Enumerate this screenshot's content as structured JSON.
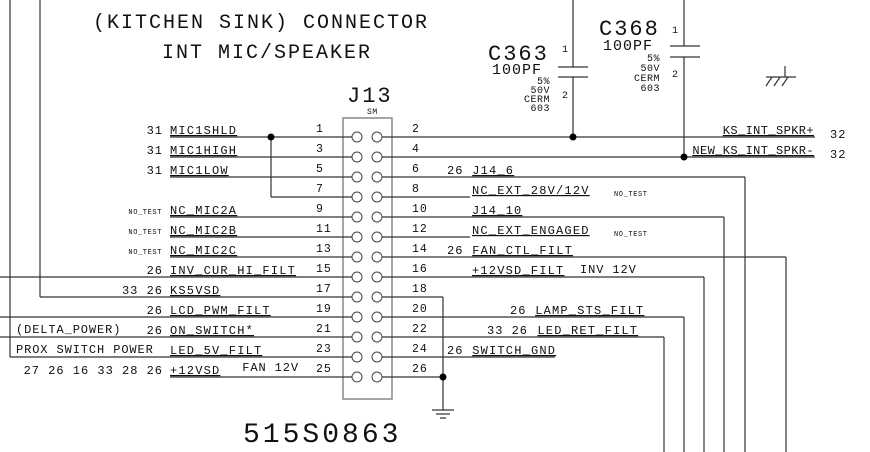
{
  "title": {
    "line1": "(KITCHEN SINK) CONNECTOR",
    "line2": "INT MIC/SPEAKER"
  },
  "connector": {
    "ref": "J13",
    "package": "SM",
    "part_number": "515S0863"
  },
  "capacitors": [
    {
      "ref": "C363",
      "value": "100PF",
      "tolerance": "5%",
      "voltage": "50V",
      "type": "CERM",
      "size": "603",
      "pin1": "1",
      "pin2": "2"
    },
    {
      "ref": "C368",
      "value": "100PF",
      "tolerance": "5%",
      "voltage": "50V",
      "type": "CERM",
      "size": "603",
      "pin1": "1",
      "pin2": "2"
    }
  ],
  "left_pins": [
    {
      "pin": "1",
      "net": "MIC1SHLD",
      "refs": "31"
    },
    {
      "pin": "3",
      "net": "MIC1HIGH",
      "refs": "31"
    },
    {
      "pin": "5",
      "net": "MIC1LOW",
      "refs": "31"
    },
    {
      "pin": "7",
      "net": "",
      "refs": ""
    },
    {
      "pin": "9",
      "net": "NC_MIC2A",
      "refs": "NO_TEST"
    },
    {
      "pin": "11",
      "net": "NC_MIC2B",
      "refs": "NO_TEST"
    },
    {
      "pin": "13",
      "net": "NC_MIC2C",
      "refs": "NO_TEST"
    },
    {
      "pin": "15",
      "net": "INV_CUR_HI_FILT",
      "refs": "26"
    },
    {
      "pin": "17",
      "net": "KS5VSD",
      "refs": "33 26"
    },
    {
      "pin": "19",
      "net": "LCD_PWM_FILT",
      "refs": "26"
    },
    {
      "pin": "21",
      "net": "ON_SWITCH*",
      "refs": "26",
      "note": "(DELTA_POWER)"
    },
    {
      "pin": "23",
      "net": "LED_5V_FILT",
      "refs": "",
      "note": "PROX SWITCH POWER"
    },
    {
      "pin": "25",
      "net": "+12VSD",
      "refs": "27 26 16 33 28 26",
      "note": "FAN 12V"
    }
  ],
  "right_pins": [
    {
      "pin": "2",
      "net": "KS_INT_SPKR+",
      "refs": "32"
    },
    {
      "pin": "4",
      "net": "NEW_KS_INT_SPKR-",
      "refs": "32"
    },
    {
      "pin": "6",
      "net": "J14_6",
      "refs": "26"
    },
    {
      "pin": "8",
      "net": "NC_EXT_28V/12V",
      "refs": "NO_TEST"
    },
    {
      "pin": "10",
      "net": "J14_10",
      "refs": ""
    },
    {
      "pin": "12",
      "net": "NC_EXT_ENGAGED",
      "refs": "NO_TEST"
    },
    {
      "pin": "14",
      "net": "FAN_CTL_FILT",
      "refs": "26"
    },
    {
      "pin": "16",
      "net": "+12VSD_FILT",
      "refs": "",
      "note": "INV 12V"
    },
    {
      "pin": "18",
      "net": "",
      "refs": ""
    },
    {
      "pin": "20",
      "net": "LAMP_STS_FILT",
      "refs": "26"
    },
    {
      "pin": "22",
      "net": "LED_RET_FILT",
      "refs": "33 26"
    },
    {
      "pin": "24",
      "net": "SWITCH_GND",
      "refs": "26"
    },
    {
      "pin": "26",
      "net": "",
      "refs": ""
    }
  ]
}
